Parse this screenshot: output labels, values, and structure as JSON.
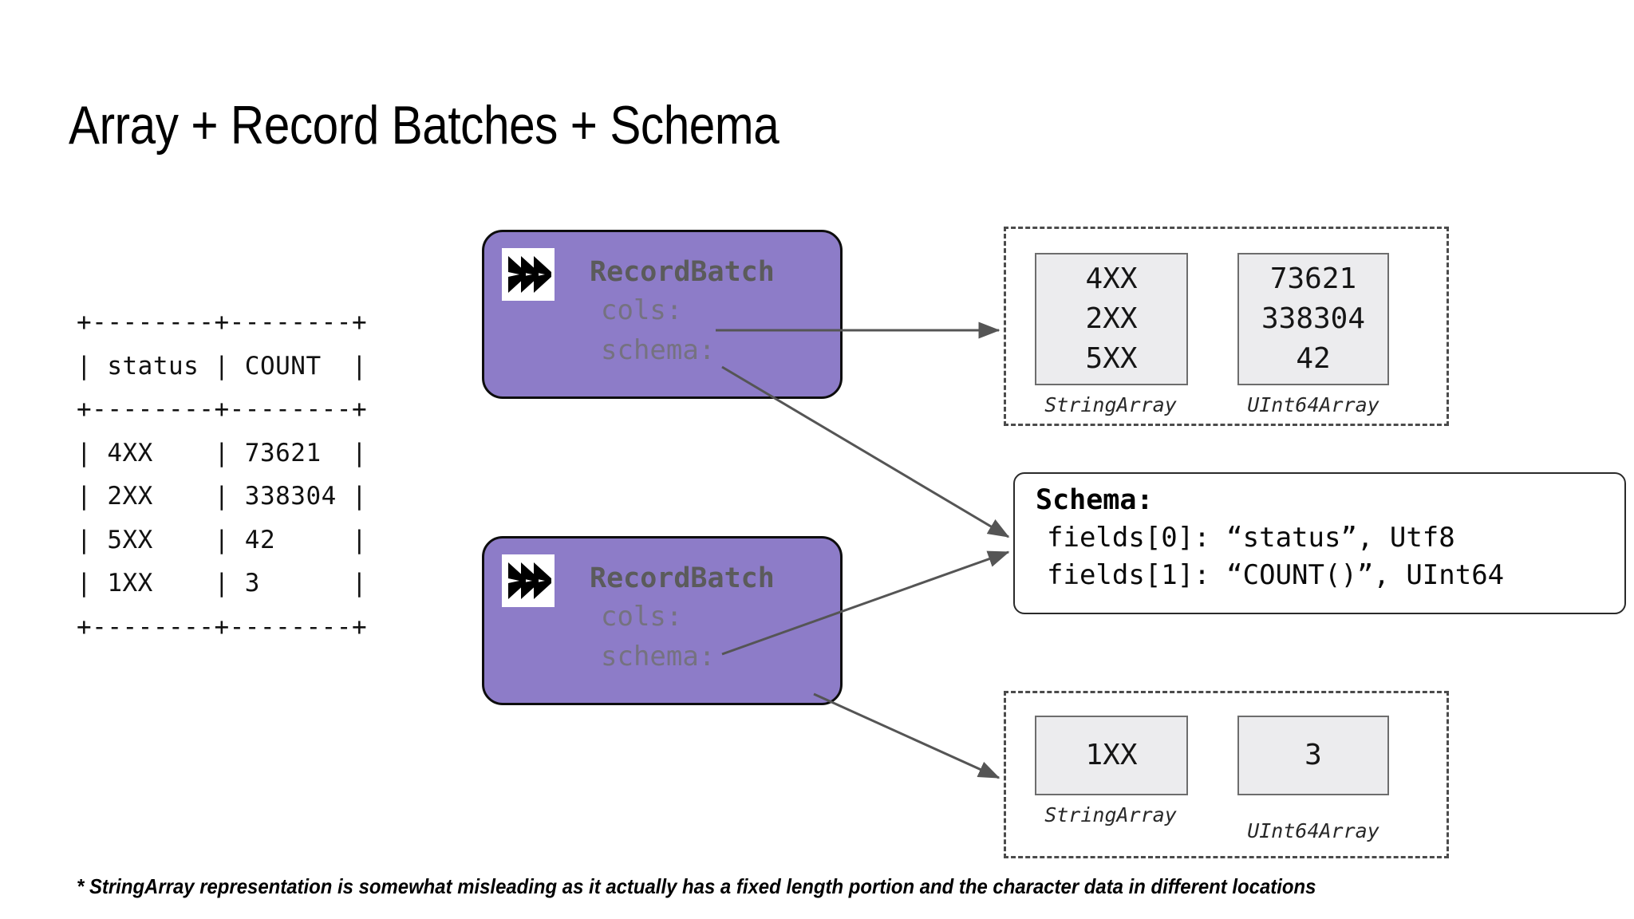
{
  "slide": {
    "title": "Array + Record Batches + Schema",
    "footnote": "* StringArray representation is somewhat misleading as it actually has a fixed length portion and the character data in different locations",
    "background": "#ffffff"
  },
  "colors": {
    "record_batch_fill": "#8d7cc8",
    "record_batch_border": "#0d0d0d",
    "array_box_fill": "#ececee",
    "array_box_border": "#6d6d6d",
    "dashed_group_border": "#4b4b4b",
    "connector": "#555555",
    "title_text": "#000000",
    "record_batch_label": "#5b5b5b",
    "record_batch_field": "#757280"
  },
  "ascii_table": {
    "columns": [
      "status",
      "COUNT"
    ],
    "rows": [
      [
        "4XX",
        "73621"
      ],
      [
        "2XX",
        "338304"
      ],
      [
        "5XX",
        "42"
      ],
      [
        "1XX",
        "3"
      ]
    ],
    "text": "+--------+--------+\n| status | COUNT  |\n+--------+--------+\n| 4XX    | 73621  |\n| 2XX    | 338304 |\n| 5XX    | 42     |\n| 1XX    | 3      |\n+--------+--------+"
  },
  "record_batches": [
    {
      "logo": "apache-arrow-logo",
      "title": "RecordBatch",
      "cols_label": "cols:",
      "schema_label": "schema:"
    },
    {
      "logo": "apache-arrow-logo",
      "title": "RecordBatch",
      "cols_label": "cols:",
      "schema_label": "schema:"
    }
  ],
  "array_groups": [
    {
      "string_array": {
        "values": [
          "4XX",
          "2XX",
          "5XX"
        ],
        "label": "StringArray"
      },
      "uint_array": {
        "values": [
          "73621",
          "338304",
          "42"
        ],
        "label": "UInt64Array"
      }
    },
    {
      "string_array": {
        "values": [
          "1XX"
        ],
        "label": "StringArray"
      },
      "uint_array": {
        "values": [
          "3"
        ],
        "label": "UInt64Array"
      }
    }
  ],
  "schema": {
    "title": "Schema:",
    "fields": [
      "fields[0]: “status”, Utf8",
      "fields[1]: “COUNT()”, UInt64"
    ]
  }
}
